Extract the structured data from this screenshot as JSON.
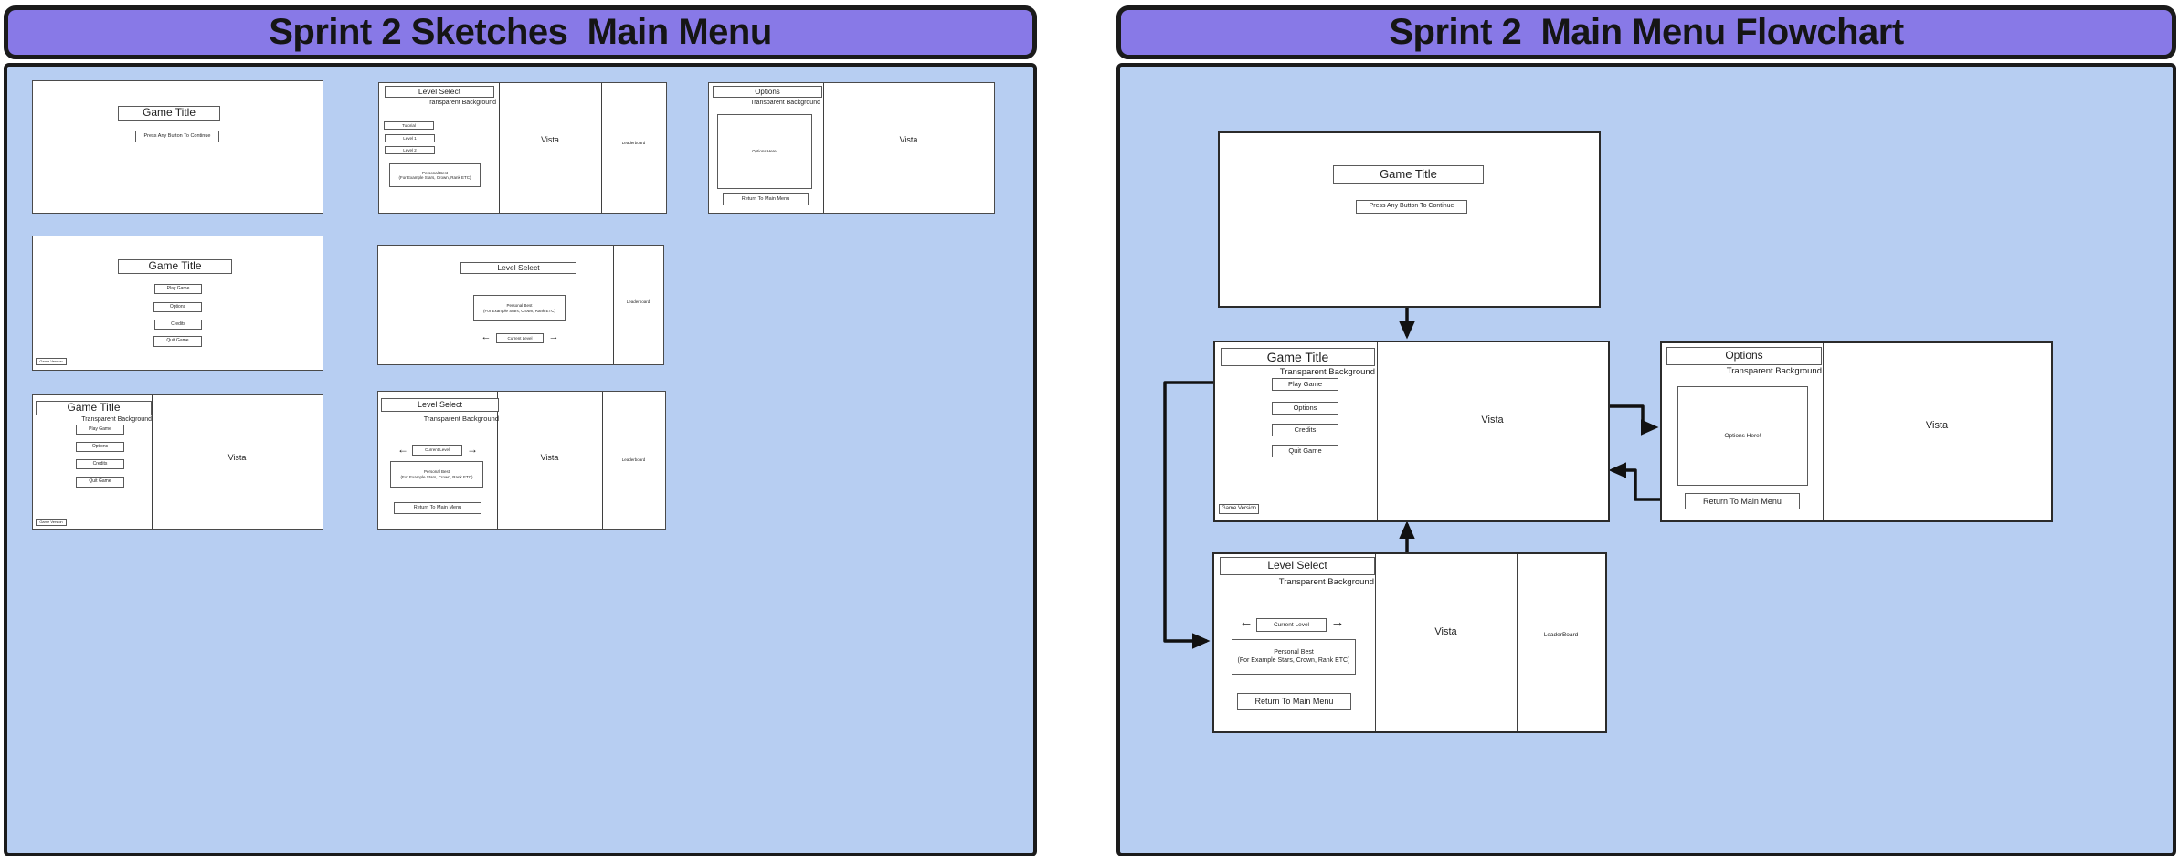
{
  "colors": {
    "header_purple": "#8879E7",
    "panel_blue": "#B7CEF2",
    "line_black": "#1b1b1b",
    "sketch_white": "#ffffff"
  },
  "left_panel": {
    "title": "Sprint 2 Sketches  Main Menu",
    "title_screen": {
      "game_title": "Game Title",
      "press_any": "Press Any Button To Continue"
    },
    "level_select_a": {
      "header": "Level Select",
      "transparent": "Transparent Background",
      "tutorial": "Tutorial",
      "level_1": "Level 1",
      "level_2": "Level 2",
      "personal_best": "Personal Best",
      "personal_best_sub": "(For Example Stars, Crown, Rank ETC)",
      "vista": "Vista",
      "leaderboard": "Leaderboard"
    },
    "options_a": {
      "header": "Options",
      "transparent": "Transparent Background",
      "options_here": "Options Here!",
      "return_main": "Return To Main Menu",
      "vista": "Vista"
    },
    "main_menu_a": {
      "game_title": "Game Title",
      "play_game": "Play Game",
      "options": "Options",
      "credits": "Credits",
      "quit_game": "Quit Game",
      "game_version": "Game Version"
    },
    "level_select_b": {
      "header": "Level Select",
      "personal_best": "Personal Best",
      "personal_best_sub": "(For Example Stars, Crown, Rank ETC)",
      "arrow_left": "←",
      "current_level": "Current Level",
      "arrow_right": "→",
      "leaderboard": "Leaderboard"
    },
    "main_menu_b": {
      "game_title": "Game Title",
      "transparent": "Transparent Background",
      "play_game": "Play Game",
      "options": "Options",
      "credits": "Credits",
      "quit_game": "Quit Game",
      "game_version": "Game Version",
      "vista": "Vista"
    },
    "level_select_c": {
      "header": "Level Select",
      "transparent": "Transparent Background",
      "arrow_left": "←",
      "current_level": "Current Level",
      "arrow_right": "→",
      "personal_best": "Personal Best",
      "personal_best_sub": "(For Example Stars, Crown, Rank ETC)",
      "return_main": "Return To Main Menu",
      "vista": "Vista",
      "leaderboard": "Leaderboard"
    }
  },
  "right_panel": {
    "title": "Sprint 2  Main Menu Flowchart",
    "title_screen": {
      "game_title": "Game Title",
      "press_any": "Press Any Button To Continue"
    },
    "main_menu": {
      "game_title": "Game Title",
      "transparent": "Transparent Background",
      "play_game": "Play Game",
      "options": "Options",
      "credits": "Credits",
      "quit_game": "Quit Game",
      "game_version": "Game Version",
      "vista": "Vista"
    },
    "options_screen": {
      "header": "Options",
      "transparent": "Transparent Background",
      "options_here": "Options Here!",
      "return_main": "Return To Main Menu",
      "vista": "Vista"
    },
    "level_select": {
      "header": "Level Select",
      "transparent": "Transparent Background",
      "arrow_left": "←",
      "current_level": "Current Level",
      "arrow_right": "→",
      "personal_best": "Personal Best",
      "personal_best_sub": "(For Example Stars, Crown, Rank ETC)",
      "return_main": "Return To Main Menu",
      "vista": "Vista",
      "leaderboard": "LeaderBoard"
    },
    "connections": [
      {
        "from": "title-screen",
        "to": "main-menu"
      },
      {
        "from": "main-menu-play-game",
        "to": "level-select"
      },
      {
        "from": "main-menu-options",
        "to": "options-screen"
      },
      {
        "from": "options-return-to-main-menu",
        "to": "main-menu"
      },
      {
        "from": "level-select-return-to-main-menu",
        "to": "main-menu"
      }
    ]
  }
}
